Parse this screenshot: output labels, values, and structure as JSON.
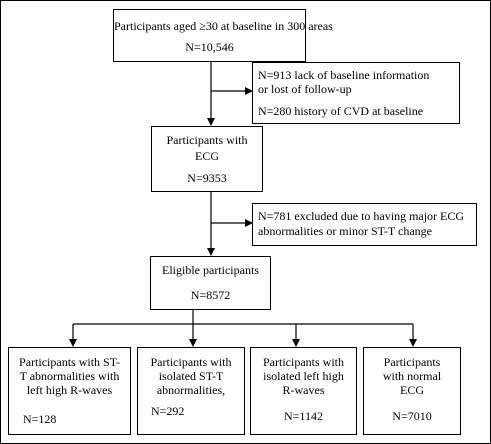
{
  "flowchart": {
    "top": {
      "label": "Participants aged ≥30 at baseline in 300 areas",
      "count": "N=10,546"
    },
    "exclusion1": {
      "line1": "N=913 lack of baseline information",
      "line2": "or lost of follow-up",
      "line3": "N=280 history of CVD at baseline"
    },
    "ecg": {
      "line1": "Participants with",
      "line2": "ECG",
      "count": "N=9353"
    },
    "exclusion2": {
      "line1": "N=781 excluded due to having major ECG",
      "line2": "abnormalities or minor ST-T change"
    },
    "eligible": {
      "label": "Eligible participants",
      "count": "N=8572"
    },
    "groups": [
      {
        "lines": [
          "Participants with ST-",
          "T abnormalities with",
          "left high R-waves"
        ],
        "count": "N=128"
      },
      {
        "lines": [
          "Participants with",
          "isolated ST-T",
          "abnormalities,"
        ],
        "count": "N=292"
      },
      {
        "lines": [
          "Participants with",
          "isolated left high",
          "R-waves"
        ],
        "count": "N=1142"
      },
      {
        "lines": [
          "Participants",
          "with normal",
          "ECG"
        ],
        "count": "N=7010"
      }
    ]
  }
}
